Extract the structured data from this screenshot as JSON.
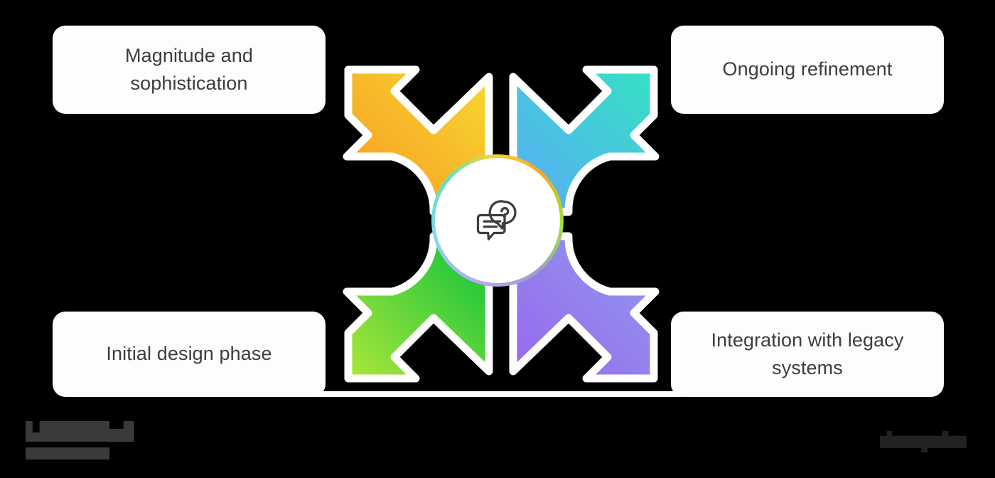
{
  "diagram": {
    "title": "Four-arrow cycle diagram",
    "center": {
      "icon": "chat-question-icon",
      "label": ""
    },
    "background_color": "#000000",
    "card_background": "#fdfdfd",
    "card_text_color": "#3d3d3d",
    "nodes": [
      {
        "id": "top-left",
        "label": "Magnitude and sophistication",
        "arrow_direction": "up-left",
        "gradient_from": "#F7A52A",
        "gradient_to": "#F6D432"
      },
      {
        "id": "top-right",
        "label": "Ongoing refinement",
        "arrow_direction": "up-right",
        "gradient_from": "#59A8F8",
        "gradient_to": "#3FE0C8"
      },
      {
        "id": "bottom-left",
        "label": "Initial design phase",
        "arrow_direction": "down-left",
        "gradient_from": "#A0E33C",
        "gradient_to": "#12C43A"
      },
      {
        "id": "bottom-right",
        "label": "Integration with legacy systems",
        "arrow_direction": "down-right",
        "gradient_from": "#9B6CF0",
        "gradient_to": "#8E9BEA"
      }
    ]
  },
  "watermarks": {
    "left": "obscured-logo-left",
    "right": "obscured-logo-right"
  }
}
